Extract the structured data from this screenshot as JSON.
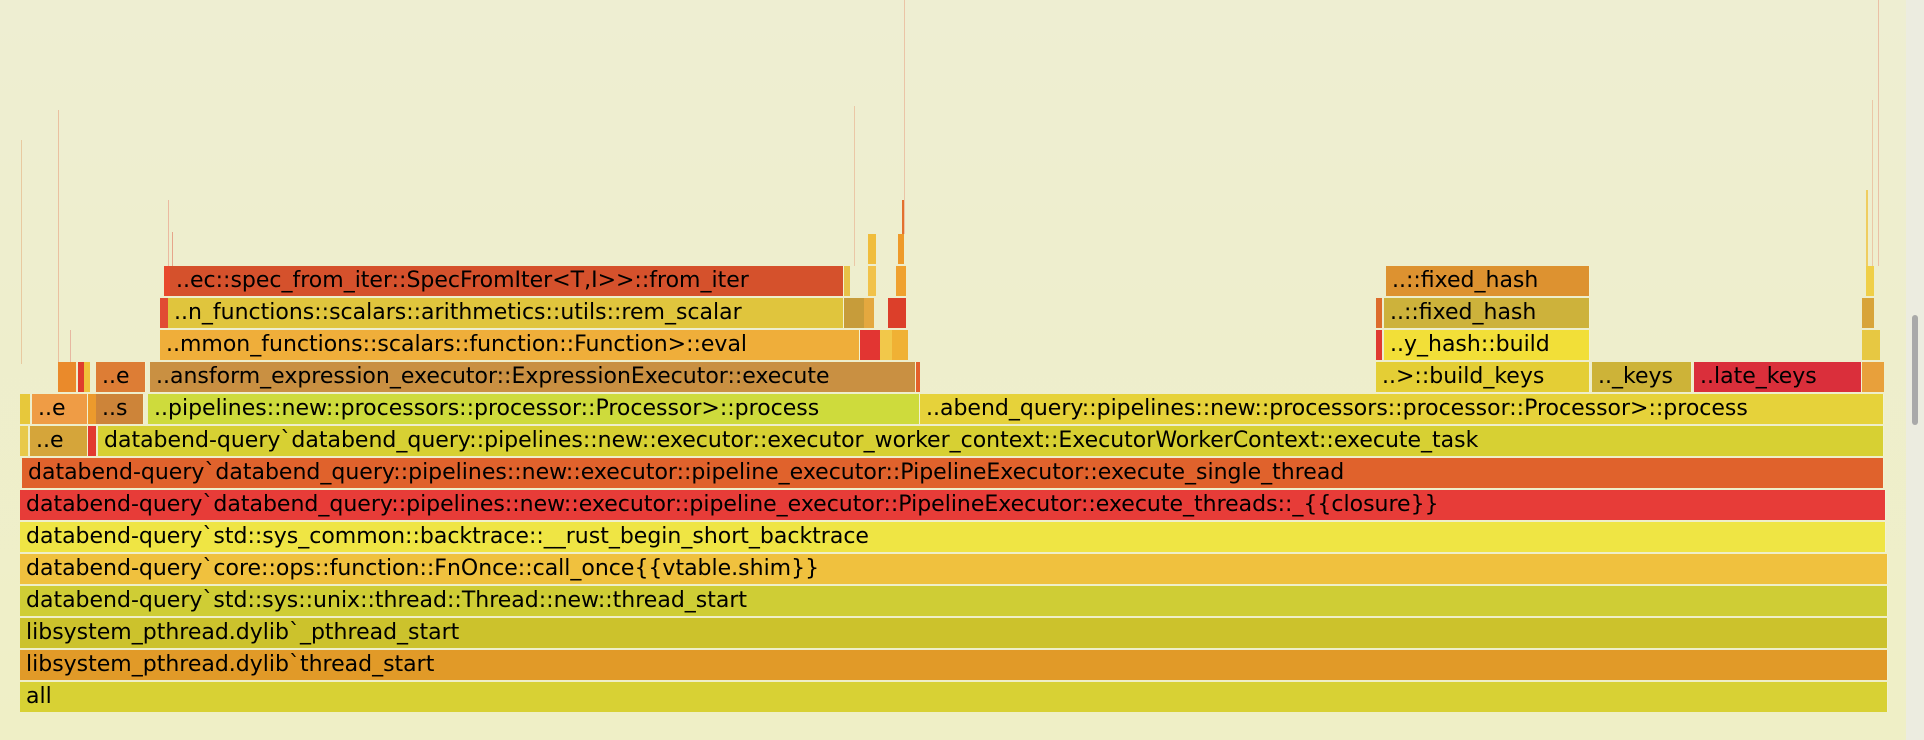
{
  "flamegraph": {
    "frames": [
      {
        "label": "all",
        "color": "#d8d134"
      },
      {
        "label": "libsystem_pthread.dylib`thread_start",
        "color": "#e19a28"
      },
      {
        "label": "libsystem_pthread.dylib`_pthread_start",
        "color": "#ccc22c"
      },
      {
        "label": "databend-query`std::sys::unix::thread::Thread::new::thread_start",
        "color": "#cfcd35"
      },
      {
        "label": "databend-query`core::ops::function::FnOnce::call_once{{vtable.shim}}",
        "color": "#f0c13e"
      },
      {
        "label": "databend-query`std::sys_common::backtrace::__rust_begin_short_backtrace",
        "color": "#efe544"
      },
      {
        "label": "databend-query`databend_query::pipelines::new::executor::pipeline_executor::PipelineExecutor::execute_threads::_{{closure}}",
        "color": "#e73c38"
      },
      {
        "label": "databend-query`databend_query::pipelines::new::executor::pipeline_executor::PipelineExecutor::execute_single_thread",
        "color": "#e0622c"
      },
      {
        "label": "..e",
        "color": "#d5a53a"
      },
      {
        "label": "databend-query`databend_query::pipelines::new::executor::executor_worker_context::ExecutorWorkerContext::execute_task",
        "color": "#d7d033"
      },
      {
        "label": "..e",
        "color": "#ef9c45"
      },
      {
        "label": "..s",
        "color": "#cd8439"
      },
      {
        "label": "..pipelines::new::processors::processor::Processor>::process",
        "color": "#cedb3c"
      },
      {
        "label": "..abend_query::pipelines::new::processors::processor::Processor>::process",
        "color": "#e6d23a"
      },
      {
        "label": "..e",
        "color": "#dd7d35"
      },
      {
        "label": "..ansform_expression_executor::ExpressionExecutor::execute",
        "color": "#c99042"
      },
      {
        "label": "..>::build_keys",
        "color": "#e4ce35"
      },
      {
        "label": ".._keys",
        "color": "#cdb338"
      },
      {
        "label": "..late_keys",
        "color": "#da2f3b"
      },
      {
        "label": "..mmon_functions::scalars::function::Function>::eval",
        "color": "#efae3a"
      },
      {
        "label": "..y_hash::build",
        "color": "#f2df38"
      },
      {
        "label": "..n_functions::scalars::arithmetics::utils::rem_scalar",
        "color": "#e0c53d"
      },
      {
        "label": "..::fixed_hash",
        "color": "#cdb23b"
      },
      {
        "label": "..ec::spec_from_iter::SpecFromIter<T,I>>::from_iter",
        "color": "#d5512c"
      },
      {
        "label": "..::fixed_hash",
        "color": "#dd9230"
      }
    ],
    "background": "#efefc6"
  }
}
